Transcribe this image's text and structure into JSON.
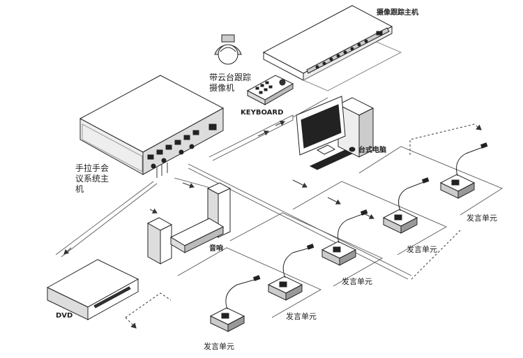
{
  "labels": {
    "tracking_host": "摄像跟踪主机",
    "ptz_camera": "带云台跟踪摄像机",
    "keyboard": "KEYBOARD",
    "desktop_pc": "台式电脑",
    "conference_host": "手拉手会议系统主机",
    "audio": "音响",
    "dvd": "DVD",
    "speaker_unit_1": "发言单元",
    "speaker_unit_2": "发言单元",
    "speaker_unit_3": "发言单元",
    "speaker_unit_4": "发言单元",
    "speaker_unit_5": "发言单元"
  },
  "colors": {
    "line": "#333333",
    "device_fill": "#ffffff",
    "device_dark": "#1a1a1a",
    "shade": "#bdbdbd",
    "screen": "#222222"
  }
}
